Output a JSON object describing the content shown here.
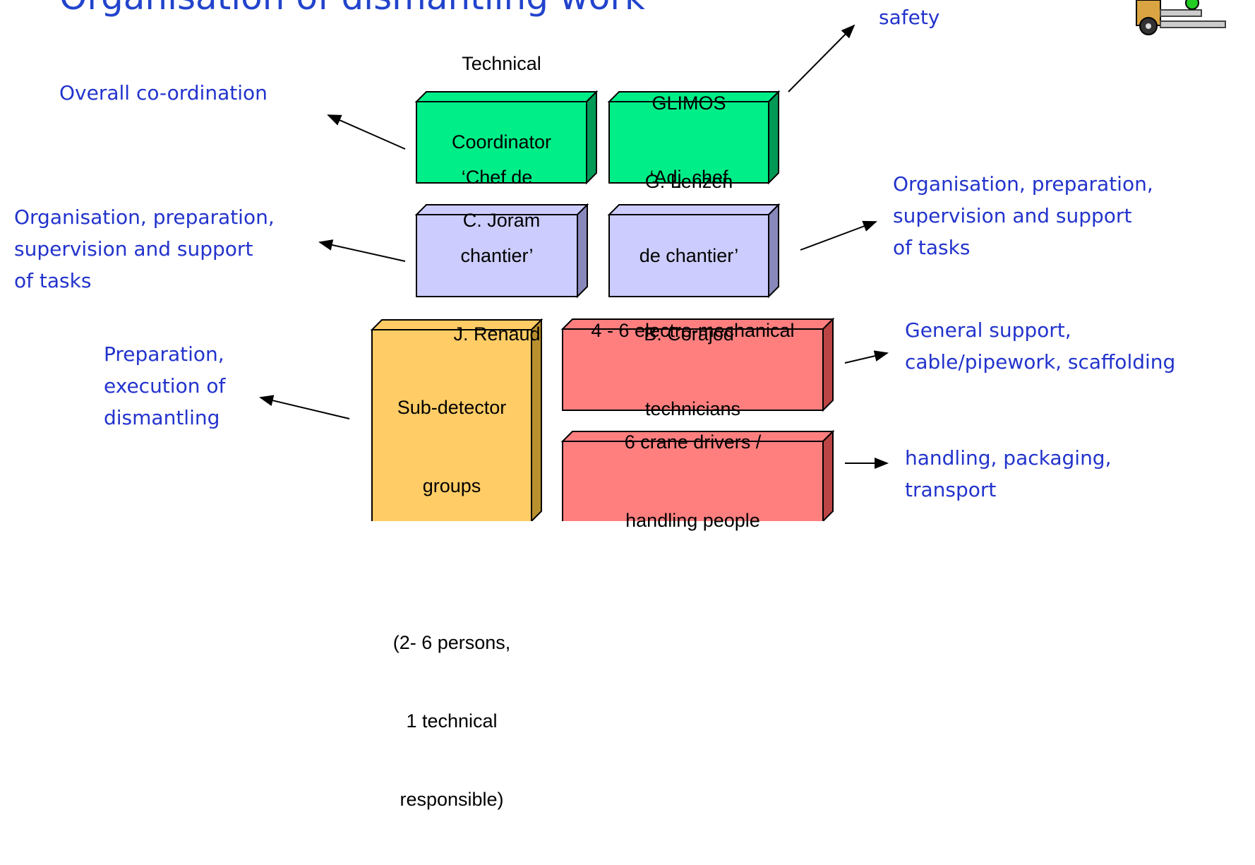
{
  "title": "Organisation of dismantling work",
  "boxes": {
    "tech_coord": [
      "Technical",
      "Coordinator",
      "C. Joram"
    ],
    "glimos": [
      "GLIMOS",
      "G. Lenzen"
    ],
    "chef": [
      "‘Chef de",
      "chantier’",
      "J. Renaud"
    ],
    "adj_chef": [
      "‘Adj. chef",
      "de chantier’",
      "B. Corajod"
    ],
    "subdet": [
      "Sub-detector",
      "groups",
      "",
      "(2- 6 persons,",
      "1 technical",
      "responsible)"
    ],
    "electro": [
      "4 - 6 electro-mechanical",
      "technicians"
    ],
    "crane": [
      "6 crane drivers /",
      "handling people"
    ]
  },
  "notes": {
    "overall": "Overall co-ordination",
    "safety": "safety",
    "org_left": "Organisation, preparation,\nsupervision and support\nof tasks",
    "org_right": "Organisation, preparation,\nsupervision and support\nof tasks",
    "prep": "Preparation,\nexecution of\ndismantling",
    "general": "General support,\ncable/pipework, scaffolding",
    "handling": "handling, packaging,\ntransport"
  },
  "colors": {
    "green": "#00ee88",
    "lavender": "#ccccff",
    "orange": "#ffcc66",
    "red": "#ff7f7f",
    "note_blue": "#2233cc"
  }
}
